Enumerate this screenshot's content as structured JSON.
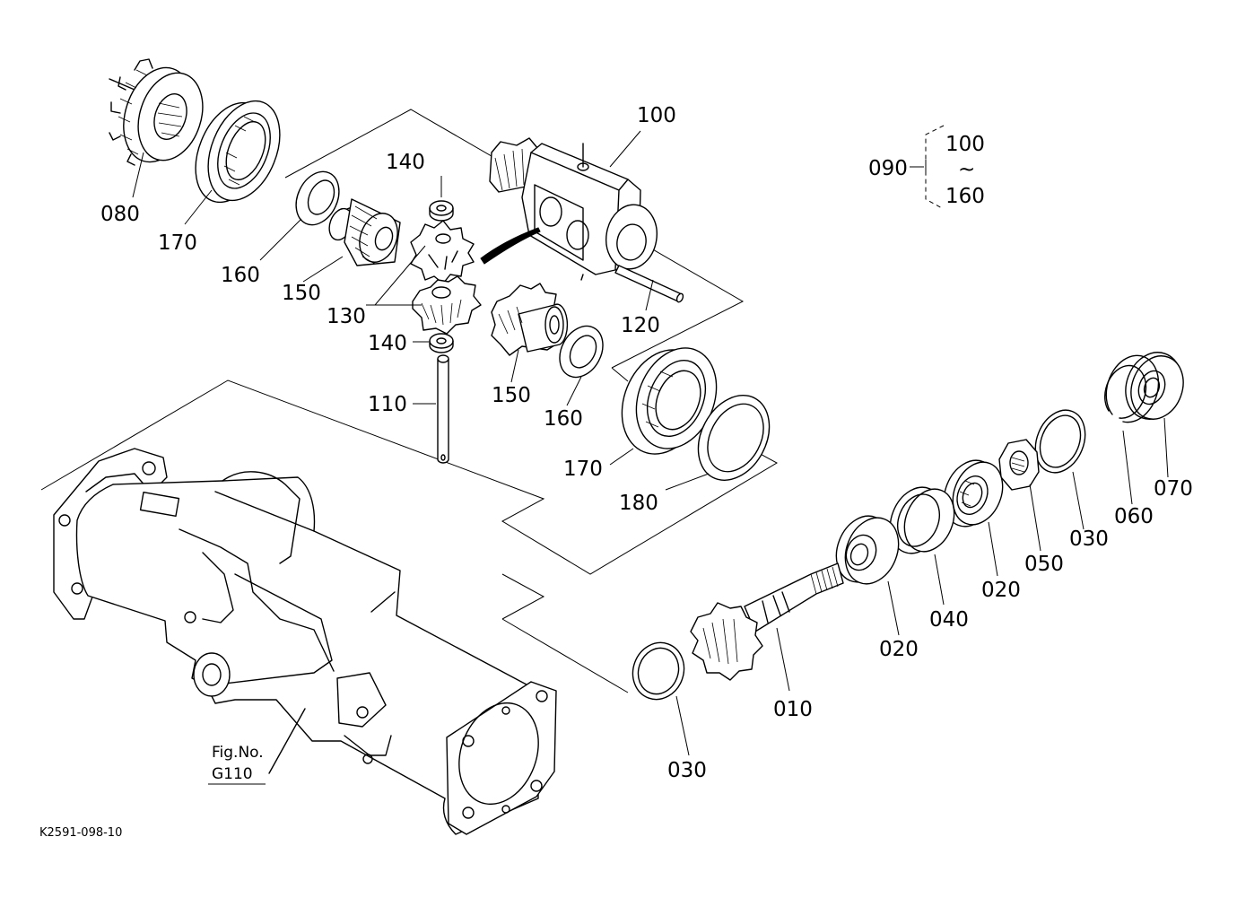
{
  "labels": {
    "p100_top": "100",
    "p090": "090",
    "range_start": "100",
    "range_tilde": "~",
    "range_end": "160",
    "p140_top": "140",
    "p080": "080",
    "p170_top": "170",
    "p160_left": "160",
    "p150_left": "150",
    "p130": "130",
    "p140_bottom": "140",
    "p120": "120",
    "p110": "110",
    "p150_right": "150",
    "p160_right": "160",
    "p170_right": "170",
    "p180": "180",
    "p070": "070",
    "p060": "060",
    "p030_right": "030",
    "p050": "050",
    "p020_right": "020",
    "p040": "040",
    "p020_left": "020",
    "p010": "010",
    "p030_bottom": "030",
    "fig_label": "Fig.No.",
    "fig_number": "G110",
    "drawing_code": "K2591-098-10"
  }
}
